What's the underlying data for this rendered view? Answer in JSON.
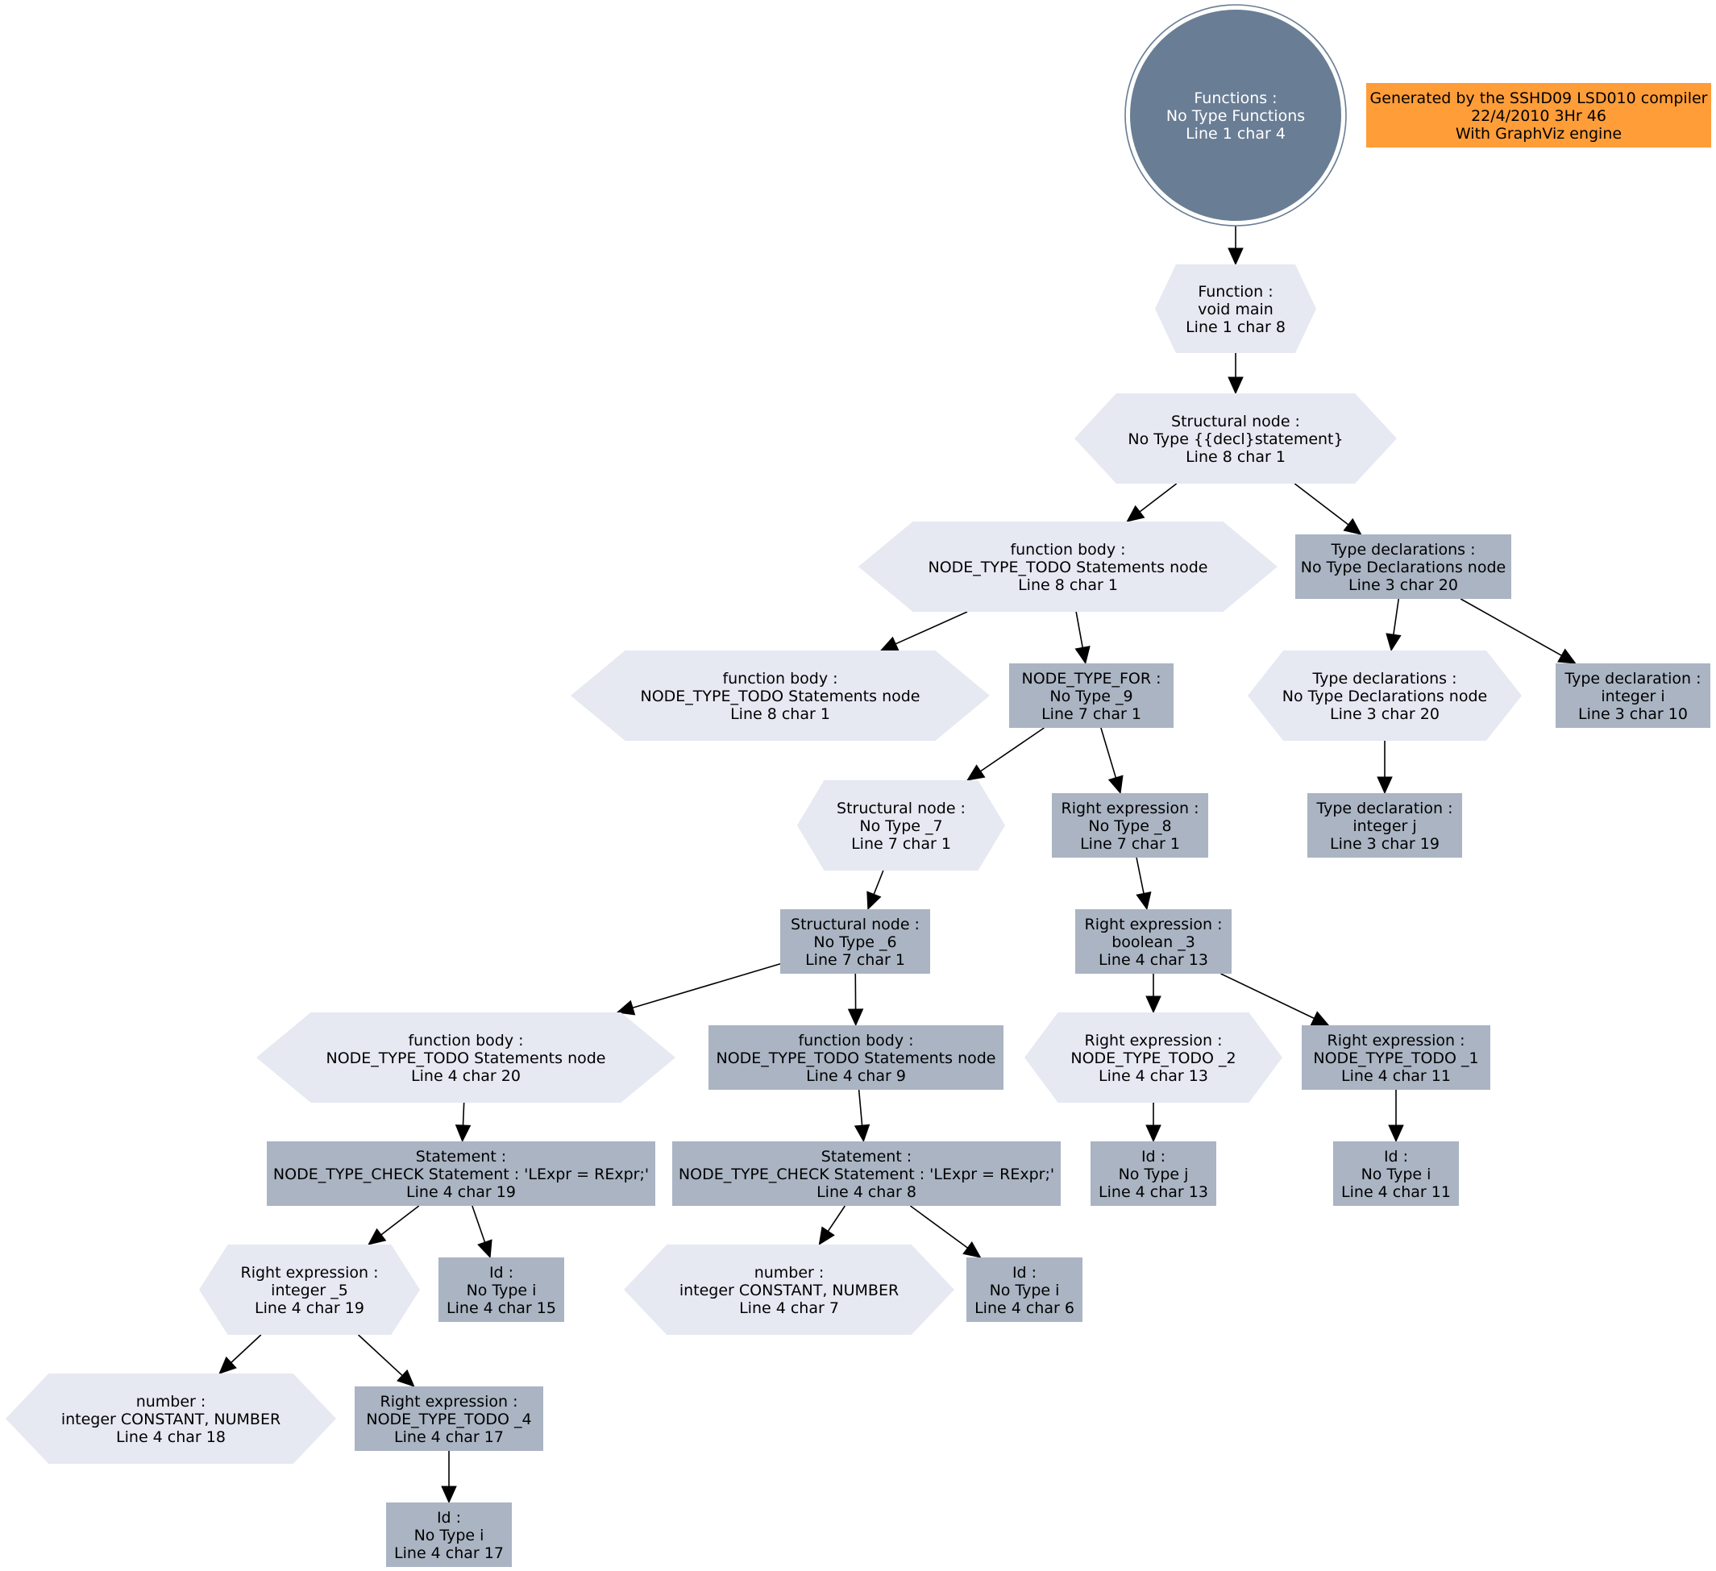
{
  "colors": {
    "box": "#aab4c3",
    "hexagon": "#e6e8f2",
    "root": "#697d95",
    "note": "#ff9d39",
    "edge": "#000000"
  },
  "nodes": [
    {
      "id": "n-functions",
      "shape": "doublecircle",
      "lines": [
        "Functions :",
        "No Type Functions",
        "Line 1 char 4"
      ]
    },
    {
      "id": "n-note",
      "shape": "box-note",
      "lines": [
        "Generated by the SSHD09 LSD010 compiler",
        "22/4/2010 3Hr 46",
        "With GraphViz engine"
      ]
    },
    {
      "id": "n-function",
      "shape": "hexagon",
      "lines": [
        "Function :",
        "void main",
        "Line 1 char 8"
      ]
    },
    {
      "id": "n-struct-root",
      "shape": "hexagon",
      "lines": [
        "Structural node :",
        "No Type {{decl}statement}",
        "Line 8 char 1"
      ]
    },
    {
      "id": "n-fbody-1",
      "shape": "hexagon",
      "lines": [
        "function body :",
        "NODE_TYPE_TODO Statements node",
        "Line 8 char 1"
      ]
    },
    {
      "id": "n-typedecls-1",
      "shape": "box",
      "lines": [
        "Type declarations :",
        "No Type Declarations node",
        "Line 3 char 20"
      ]
    },
    {
      "id": "n-fbody-2",
      "shape": "hexagon",
      "lines": [
        "function body :",
        "NODE_TYPE_TODO Statements node",
        "Line 8 char 1"
      ]
    },
    {
      "id": "n-for",
      "shape": "box",
      "lines": [
        "NODE_TYPE_FOR :",
        "No Type _9",
        "Line 7 char 1"
      ]
    },
    {
      "id": "n-typedecls-2",
      "shape": "hexagon",
      "lines": [
        "Type declarations :",
        "No Type Declarations node",
        "Line 3 char 20"
      ]
    },
    {
      "id": "n-typedecl-i",
      "shape": "box",
      "lines": [
        "Type declaration :",
        "integer i",
        "Line 3 char 10"
      ]
    },
    {
      "id": "n-struct-7",
      "shape": "hexagon",
      "lines": [
        "Structural node :",
        "No Type _7",
        "Line 7 char 1"
      ]
    },
    {
      "id": "n-rexpr-8",
      "shape": "box",
      "lines": [
        "Right expression :",
        "No Type _8",
        "Line 7 char 1"
      ]
    },
    {
      "id": "n-typedecl-j",
      "shape": "box",
      "lines": [
        "Type declaration :",
        "integer j",
        "Line 3 char 19"
      ]
    },
    {
      "id": "n-struct-6",
      "shape": "box",
      "lines": [
        "Structural node :",
        "No Type _6",
        "Line 7 char 1"
      ]
    },
    {
      "id": "n-rexpr-3",
      "shape": "box",
      "lines": [
        "Right expression :",
        "boolean _3",
        "Line 4 char 13"
      ]
    },
    {
      "id": "n-fbody-3",
      "shape": "hexagon",
      "lines": [
        "function body :",
        "NODE_TYPE_TODO Statements node",
        "Line 4 char 20"
      ]
    },
    {
      "id": "n-fbody-4",
      "shape": "box",
      "lines": [
        "function body :",
        "NODE_TYPE_TODO Statements node",
        "Line 4 char 9"
      ]
    },
    {
      "id": "n-rexpr-2",
      "shape": "hexagon",
      "lines": [
        "Right expression :",
        "NODE_TYPE_TODO _2",
        "Line 4 char 13"
      ]
    },
    {
      "id": "n-rexpr-1",
      "shape": "box",
      "lines": [
        "Right expression :",
        "NODE_TYPE_TODO _1",
        "Line 4 char 11"
      ]
    },
    {
      "id": "n-stmt-19",
      "shape": "box",
      "lines": [
        "Statement :",
        "NODE_TYPE_CHECK Statement : 'LExpr = RExpr;'",
        "Line 4 char 19"
      ]
    },
    {
      "id": "n-stmt-8",
      "shape": "box",
      "lines": [
        "Statement :",
        "NODE_TYPE_CHECK Statement : 'LExpr = RExpr;'",
        "Line 4 char 8"
      ]
    },
    {
      "id": "n-id-j",
      "shape": "box",
      "lines": [
        "Id :",
        "No Type j",
        "Line 4 char 13"
      ]
    },
    {
      "id": "n-id-i-11",
      "shape": "box",
      "lines": [
        "Id :",
        "No Type i",
        "Line 4 char 11"
      ]
    },
    {
      "id": "n-rexpr-5",
      "shape": "hexagon",
      "lines": [
        "Right expression :",
        "integer _5",
        "Line 4 char 19"
      ]
    },
    {
      "id": "n-id-i-15",
      "shape": "box",
      "lines": [
        "Id :",
        "No Type i",
        "Line 4 char 15"
      ]
    },
    {
      "id": "n-number-7",
      "shape": "hexagon",
      "lines": [
        "number :",
        "integer CONSTANT, NUMBER",
        "Line 4 char 7"
      ]
    },
    {
      "id": "n-id-i-6",
      "shape": "box",
      "lines": [
        "Id :",
        "No Type i",
        "Line 4 char 6"
      ]
    },
    {
      "id": "n-number-18",
      "shape": "hexagon",
      "lines": [
        "number :",
        "integer CONSTANT, NUMBER",
        "Line 4 char 18"
      ]
    },
    {
      "id": "n-rexpr-4",
      "shape": "box",
      "lines": [
        "Right expression :",
        "NODE_TYPE_TODO _4",
        "Line 4 char 17"
      ]
    },
    {
      "id": "n-id-i-17",
      "shape": "box",
      "lines": [
        "Id :",
        "No Type i",
        "Line 4 char 17"
      ]
    }
  ],
  "edges": [
    [
      "n-functions",
      "n-function"
    ],
    [
      "n-function",
      "n-struct-root"
    ],
    [
      "n-struct-root",
      "n-fbody-1"
    ],
    [
      "n-struct-root",
      "n-typedecls-1"
    ],
    [
      "n-fbody-1",
      "n-fbody-2"
    ],
    [
      "n-fbody-1",
      "n-for"
    ],
    [
      "n-typedecls-1",
      "n-typedecls-2"
    ],
    [
      "n-typedecls-1",
      "n-typedecl-i"
    ],
    [
      "n-for",
      "n-struct-7"
    ],
    [
      "n-for",
      "n-rexpr-8"
    ],
    [
      "n-typedecls-2",
      "n-typedecl-j"
    ],
    [
      "n-struct-7",
      "n-struct-6"
    ],
    [
      "n-rexpr-8",
      "n-rexpr-3"
    ],
    [
      "n-struct-6",
      "n-fbody-3"
    ],
    [
      "n-struct-6",
      "n-fbody-4"
    ],
    [
      "n-rexpr-3",
      "n-rexpr-2"
    ],
    [
      "n-rexpr-3",
      "n-rexpr-1"
    ],
    [
      "n-fbody-3",
      "n-stmt-19"
    ],
    [
      "n-fbody-4",
      "n-stmt-8"
    ],
    [
      "n-rexpr-2",
      "n-id-j"
    ],
    [
      "n-rexpr-1",
      "n-id-i-11"
    ],
    [
      "n-stmt-19",
      "n-rexpr-5"
    ],
    [
      "n-stmt-19",
      "n-id-i-15"
    ],
    [
      "n-stmt-8",
      "n-number-7"
    ],
    [
      "n-stmt-8",
      "n-id-i-6"
    ],
    [
      "n-rexpr-5",
      "n-number-18"
    ],
    [
      "n-rexpr-5",
      "n-rexpr-4"
    ],
    [
      "n-rexpr-4",
      "n-id-i-17"
    ]
  ]
}
